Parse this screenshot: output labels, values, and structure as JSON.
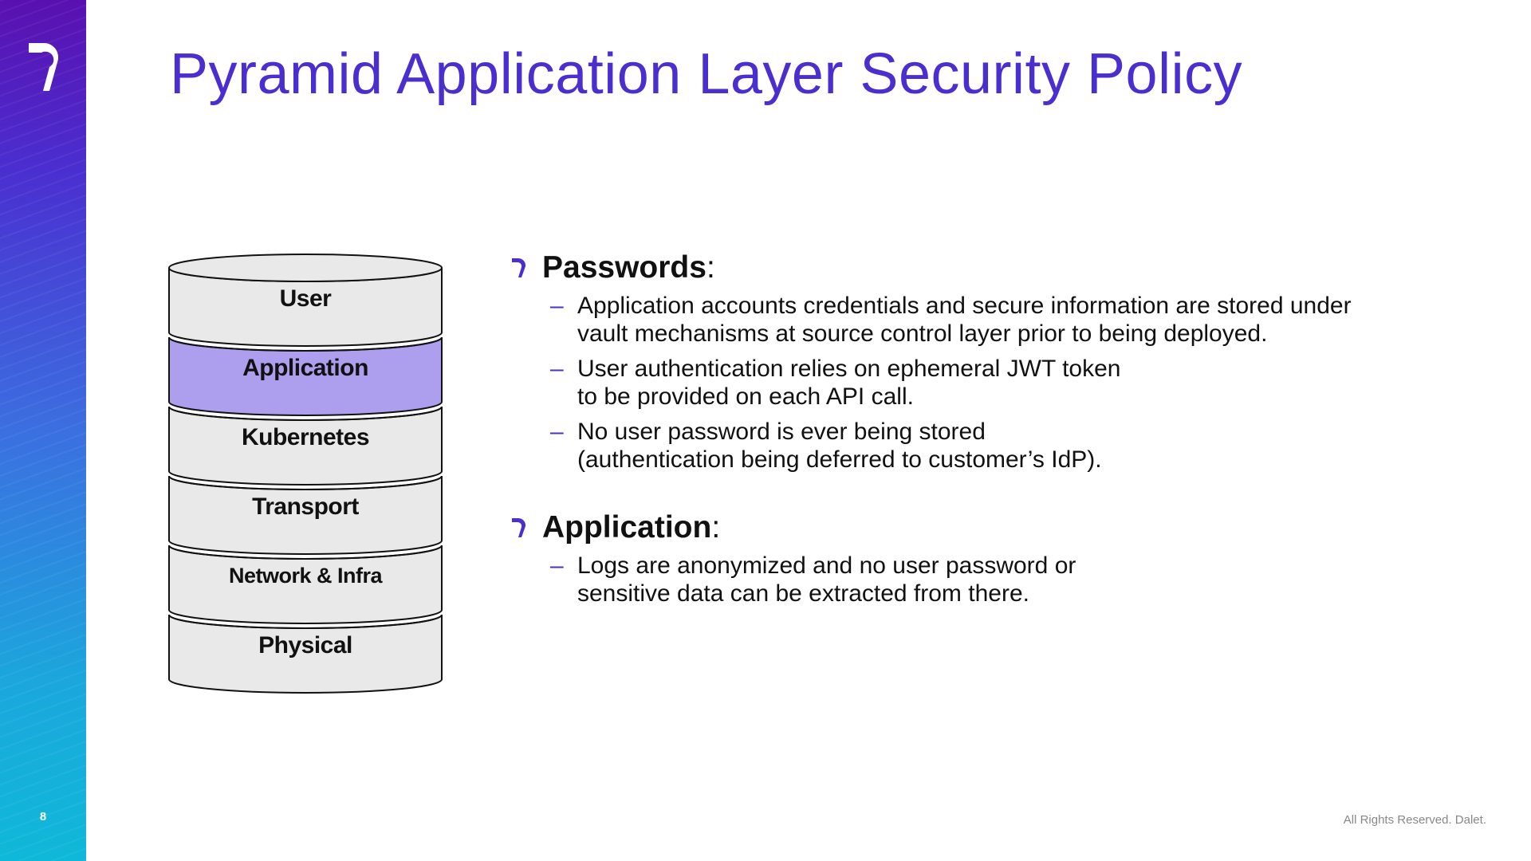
{
  "slide": {
    "title": "Pyramid Application Layer Security Policy",
    "page_number": "8",
    "footer": "All Rights Reserved. Dalet."
  },
  "stack": {
    "layers": [
      {
        "label": "User",
        "highlighted": false
      },
      {
        "label": "Application",
        "highlighted": true
      },
      {
        "label": "Kubernetes",
        "highlighted": false
      },
      {
        "label": "Transport",
        "highlighted": false
      },
      {
        "label": "Network & Infra",
        "highlighted": false
      },
      {
        "label": "Physical",
        "highlighted": false
      }
    ],
    "fill_color": "#e9e9e9",
    "highlight_color": "#ad9fee"
  },
  "sections": [
    {
      "heading": "Passwords",
      "suffix": ":",
      "items": [
        [
          "Application accounts credentials and secure information are stored under",
          "vault mechanisms at source control layer prior to being deployed."
        ],
        [
          "User authentication relies on ephemeral JWT token",
          "to be provided on each API call."
        ],
        [
          "No user password is ever being stored",
          "(authentication being deferred to customer’s IdP)."
        ]
      ]
    },
    {
      "heading": "Application",
      "suffix": ":",
      "items": [
        [
          "Logs are anonymized and no user password or",
          "sensitive data can be extracted from there."
        ]
      ]
    }
  ],
  "colors": {
    "accent": "#4a2fd0",
    "text": "#111111"
  },
  "icons": {
    "logo": "dalet-logo-icon",
    "bullet": "dalet-bullet-icon"
  }
}
